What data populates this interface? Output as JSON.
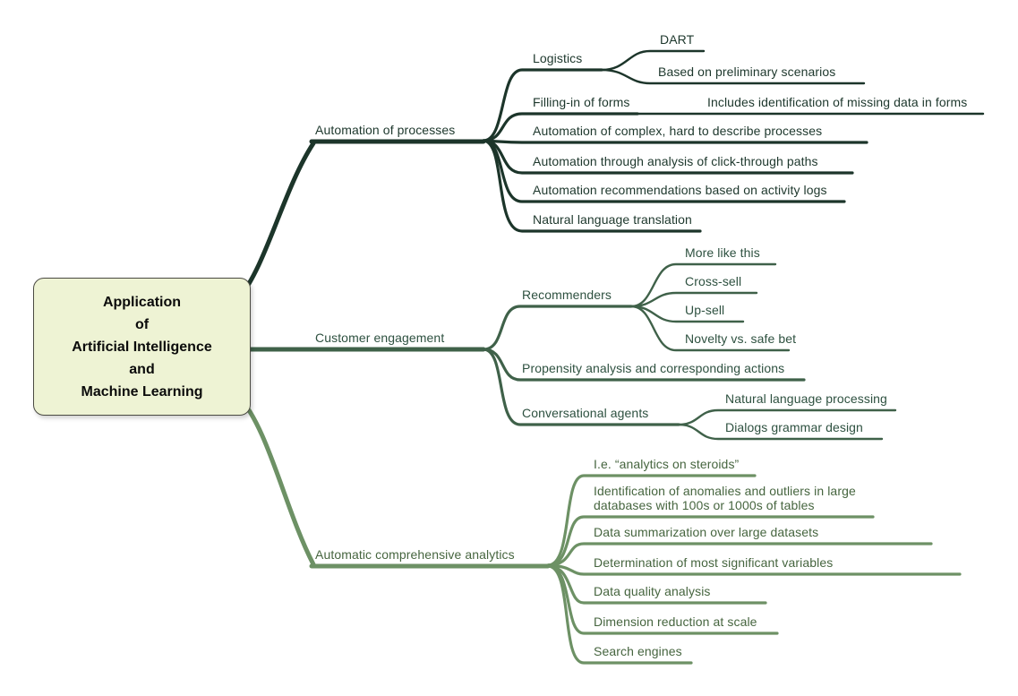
{
  "root": {
    "lines": [
      "Application",
      "of",
      "Artificial Intelligence",
      "and",
      "Machine Learning"
    ]
  },
  "colors": {
    "branch_automation": "#1c352a",
    "branch_customer": "#3f6149",
    "branch_analytics": "#6d9165",
    "root_fill": "#eef3d4"
  },
  "branches": [
    {
      "label": "Automation of processes",
      "color": "#1c352a",
      "children": [
        {
          "label": "Logistics",
          "children": [
            {
              "label": "DART"
            },
            {
              "label": "Based on preliminary scenarios"
            }
          ]
        },
        {
          "label": "Filling-in of forms",
          "children": [
            {
              "label": "Includes identification of missing data in forms"
            }
          ]
        },
        {
          "label": "Automation of complex, hard to describe processes"
        },
        {
          "label": "Automation through analysis of click-through paths"
        },
        {
          "label": "Automation recommendations based on activity logs"
        },
        {
          "label": "Natural language translation"
        }
      ]
    },
    {
      "label": "Customer engagement",
      "color": "#3f6149",
      "children": [
        {
          "label": "Recommenders",
          "children": [
            {
              "label": "More like this"
            },
            {
              "label": "Cross-sell"
            },
            {
              "label": "Up-sell"
            },
            {
              "label": "Novelty vs. safe bet"
            }
          ]
        },
        {
          "label": "Propensity analysis and corresponding actions"
        },
        {
          "label": "Conversational agents",
          "children": [
            {
              "label": "Natural language processing"
            },
            {
              "label": "Dialogs grammar design"
            }
          ]
        }
      ]
    },
    {
      "label": "Automatic comprehensive analytics",
      "color": "#6d9165",
      "children": [
        {
          "label": "I.e. “analytics on steroids”"
        },
        {
          "label": "Identification of anomalies and outliers in large databases with 100s or 1000s of tables"
        },
        {
          "label": "Data summarization over large datasets"
        },
        {
          "label": "Determination of most significant variables"
        },
        {
          "label": "Data quality analysis"
        },
        {
          "label": "Dimension reduction at scale"
        },
        {
          "label": "Search engines"
        }
      ]
    }
  ]
}
